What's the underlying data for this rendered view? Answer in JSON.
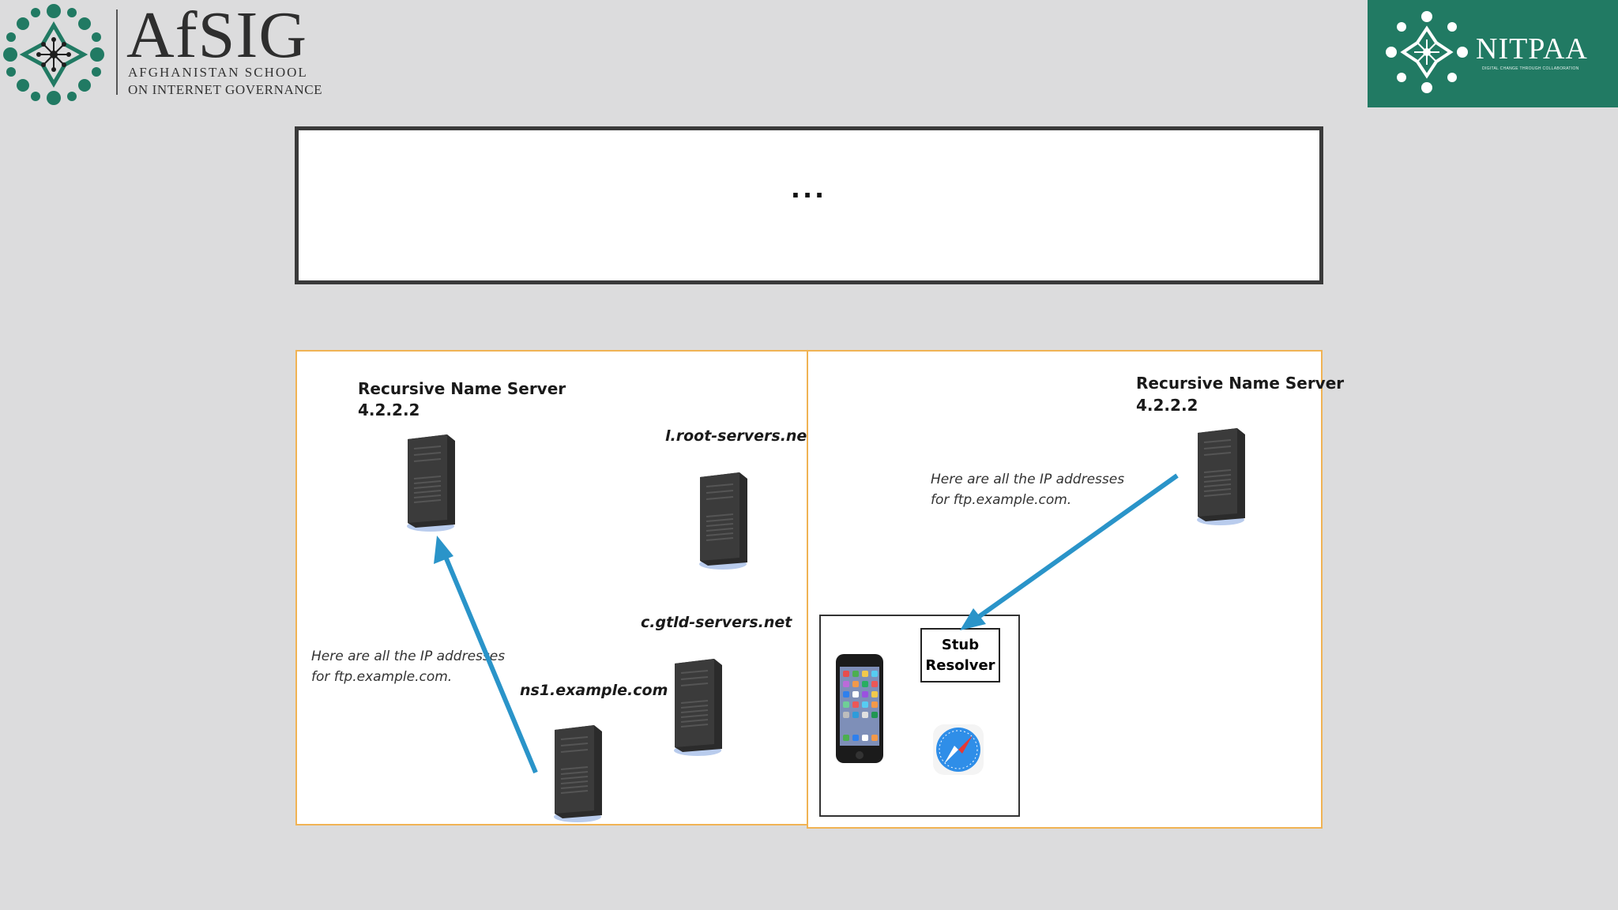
{
  "logos": {
    "afsig": {
      "title": "AfSIG",
      "line1": "AFGHANISTAN SCHOOL",
      "line2": "ON INTERNET GOVERNANCE",
      "color": "#217a63"
    },
    "nitpaa": {
      "title": "NITPAA",
      "tagline": "DIGITAL CHANGE THROUGH COLLABORATION",
      "color": "#217a63"
    }
  },
  "slide": {
    "title": "..."
  },
  "diagram": {
    "left": {
      "recursive_name": "Recursive Name Server",
      "recursive_ip": "4.2.2.2",
      "root_server": "l.root-servers.net",
      "gtld_server": "c.gtld-servers.net",
      "authoritative_server": "ns1.example.com",
      "note_line1": "Here are all the IP addresses",
      "note_line2": "for ftp.example.com."
    },
    "right": {
      "recursive_name": "Recursive Name Server",
      "recursive_ip": "4.2.2.2",
      "note_line1": "Here are all the IP addresses",
      "note_line2": "for ftp.example.com.",
      "stub_line1": "Stub",
      "stub_line2": "Resolver"
    },
    "arrow_color": "#2a94c9",
    "panel_border_color": "#f0b354"
  }
}
